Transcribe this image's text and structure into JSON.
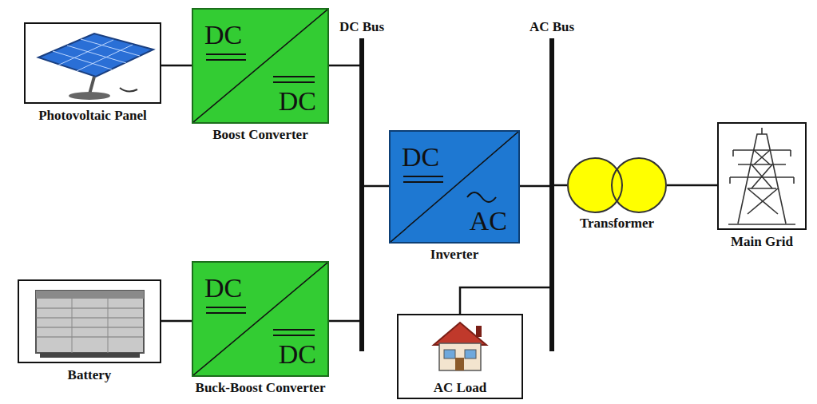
{
  "diagram": {
    "nodes": [
      {
        "text": [
          "Photovoltaic Panel"
        ]
      },
      {
        "text": [
          "DC",
          "DC",
          "Boost Converter"
        ]
      },
      {
        "text": [
          "DC Bus"
        ]
      },
      {
        "text": [
          "AC Bus"
        ]
      },
      {
        "text": [
          "DC",
          "AC",
          "Inverter"
        ]
      },
      {
        "text": [
          "Transformer"
        ]
      },
      {
        "text": [
          "Main Grid"
        ]
      },
      {
        "text": [
          "Battery"
        ]
      },
      {
        "text": [
          "DC",
          "DC",
          "Buck-Boost Converter"
        ]
      },
      {
        "text": [
          "AC Load"
        ]
      }
    ],
    "edges": [
      {
        "from": 0,
        "to": 1,
        "arrow": "none"
      },
      {
        "from": 1,
        "to": 2,
        "arrow": "none"
      },
      {
        "from": 7,
        "to": 8,
        "arrow": "none"
      },
      {
        "from": 8,
        "to": 2,
        "arrow": "none"
      },
      {
        "from": 2,
        "to": 4,
        "arrow": "none"
      },
      {
        "from": 4,
        "to": 3,
        "arrow": "none"
      },
      {
        "from": 3,
        "to": 5,
        "arrow": "none"
      },
      {
        "from": 5,
        "to": 6,
        "arrow": "none"
      },
      {
        "from": 9,
        "to": 3,
        "arrow": "none"
      }
    ]
  }
}
